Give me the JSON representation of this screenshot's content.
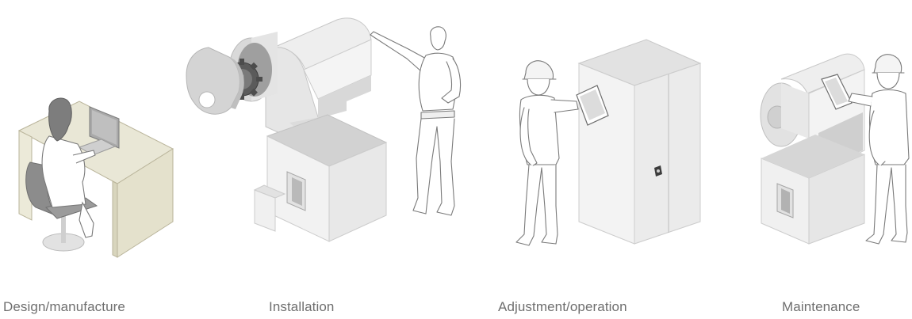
{
  "stages": [
    {
      "label": "Design/manufacture"
    },
    {
      "label": "Installation"
    },
    {
      "label": "Adjustment/operation"
    },
    {
      "label": "Maintenance"
    }
  ]
}
